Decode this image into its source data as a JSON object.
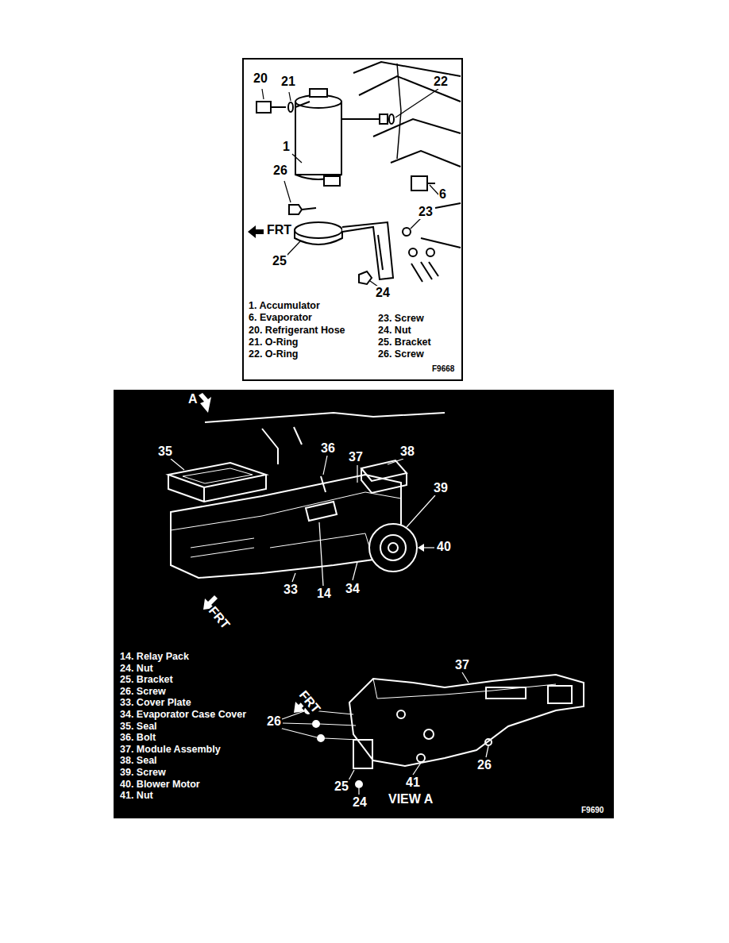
{
  "diagram": {
    "labels": [
      "20",
      "21",
      "22",
      "1",
      "26",
      "6",
      "23",
      "FRT",
      "25",
      "24",
      "1. Accumulator",
      "6. Evaporator",
      "20. Refrigerant Hose",
      "21. O-Ring",
      "22. O-Ring",
      "23. Screw",
      "24. Nut",
      "25. Bracket",
      "26. Screw",
      "F9668",
      "A",
      "35",
      "36",
      "37",
      "38",
      "39",
      "40",
      "FRT",
      "33",
      "14",
      "34",
      "37",
      "FRT",
      "26",
      "25",
      "24",
      "41",
      "26",
      "VIEW A",
      "14. Relay Pack",
      "24. Nut",
      "25. Bracket",
      "26. Screw",
      "33. Cover Plate",
      "34. Evaporator Case Cover",
      "35. Seal",
      "36. Bolt",
      "37. Module Assembly",
      "38. Seal",
      "39. Screw",
      "40. Blower Motor",
      "41. Nut",
      "F9690"
    ]
  }
}
